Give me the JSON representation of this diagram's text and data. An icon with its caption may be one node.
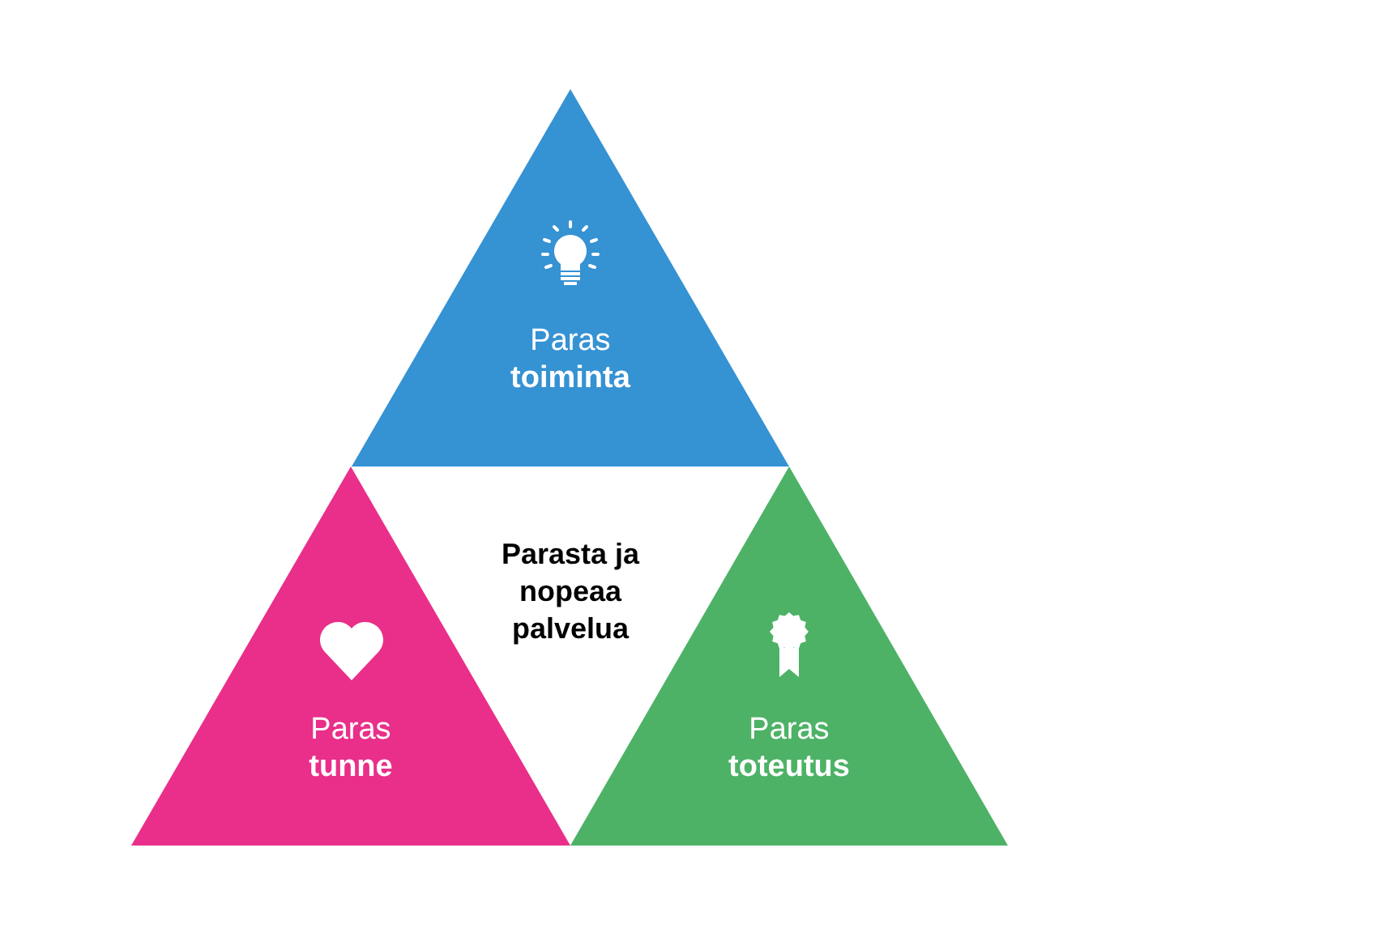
{
  "diagram": {
    "nodes": [
      {
        "text": [
          "Paras **toiminta**"
        ]
      },
      {
        "text": [
          "Paras **tunne**"
        ]
      },
      {
        "text": [
          "Parasta ja nopeaa palvelua"
        ]
      },
      {
        "text": [
          "Paras **toteutus**"
        ]
      }
    ]
  }
}
